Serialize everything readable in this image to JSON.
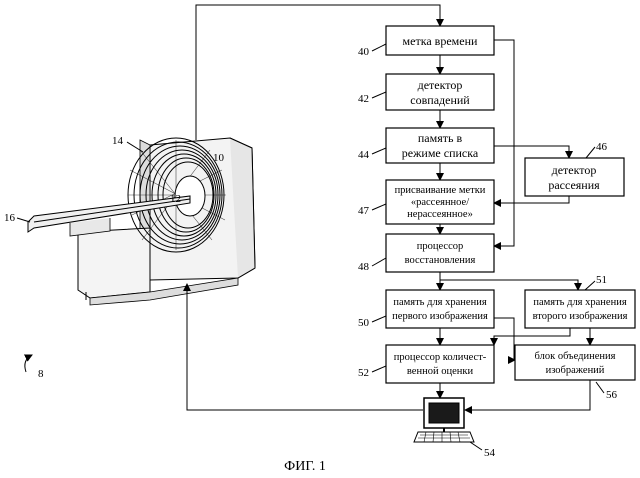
{
  "boxes": {
    "b40": {
      "lines": [
        "метка времени"
      ]
    },
    "b42": {
      "lines": [
        "детектор",
        "совпадений"
      ]
    },
    "b44": {
      "lines": [
        "память в",
        "режиме списка"
      ]
    },
    "b46": {
      "lines": [
        "детектор",
        "рассеяния"
      ]
    },
    "b47": {
      "lines": [
        "присваивание метки",
        "«рассеянное/",
        "нерассеянное»"
      ]
    },
    "b48": {
      "lines": [
        "процессор",
        "восстановления"
      ]
    },
    "b50": {
      "lines": [
        "память для хранения",
        "первого изображения"
      ]
    },
    "b51": {
      "lines": [
        "память для хранения",
        "второго изображения"
      ]
    },
    "b52": {
      "lines": [
        "процессор количест-",
        "венной оценки"
      ]
    },
    "b56": {
      "lines": [
        "блок объединения",
        "изображений"
      ]
    }
  },
  "refs": {
    "r40": "40",
    "r42": "42",
    "r44": "44",
    "r46": "46",
    "r47": "47",
    "r48": "48",
    "r50": "50",
    "r51": "51",
    "r52": "52",
    "r54": "54",
    "r56": "56",
    "r8": "8",
    "r10": "10",
    "r12": "12",
    "r14": "14",
    "r16": "16"
  },
  "caption": "ФИГ. 1"
}
